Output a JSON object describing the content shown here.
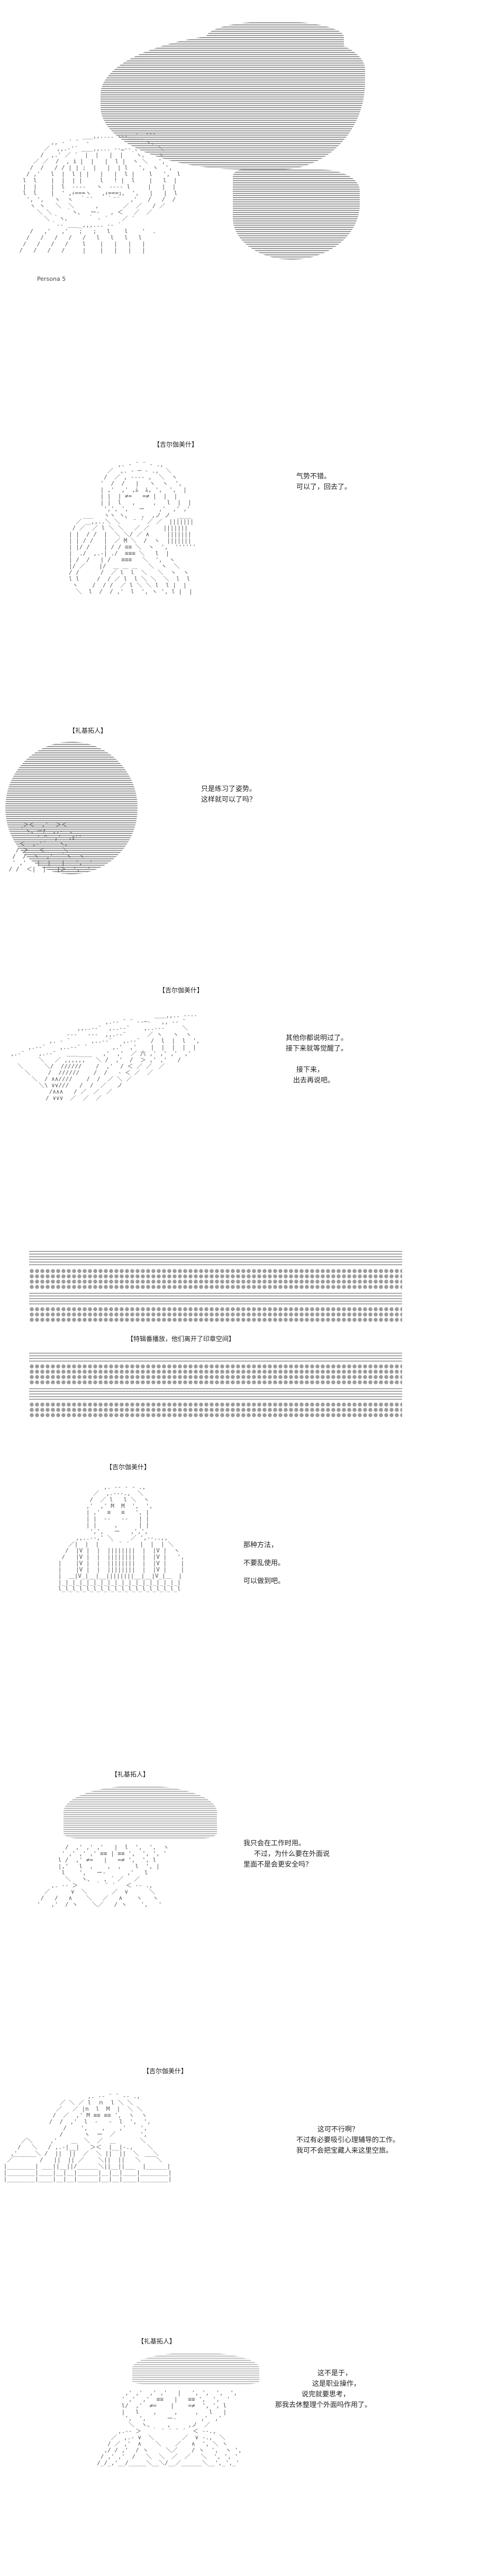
{
  "panel1": {
    "logo_text": "Persona 5"
  },
  "panel2": {
    "speaker": "【吉尔伽美什】",
    "lines": [
      "气势不错。",
      "可以了，回去了。"
    ]
  },
  "panel3": {
    "speaker": "【礼基拓人】",
    "lines": [
      "只是练习了姿势。",
      "这样就可以了吗？"
    ]
  },
  "panel4": {
    "speaker": "【吉尔伽美什】",
    "lines": [
      "其他你都说明过了。",
      "接下来就等觉醒了。",
      "",
      "接下来，",
      "出去再说吧。"
    ]
  },
  "transition": {
    "caption": "【特辑番播放，他们离开了印章空间】"
  },
  "panel5": {
    "speaker": "【吉尔伽美什】",
    "lines": [
      "那种方法，",
      "不要乱使用。",
      "可以做到吧。"
    ]
  },
  "panel6": {
    "speaker": "【礼基拓人】",
    "lines": [
      "我只会在工作时用。",
      "不过，为什么要在外面说",
      "里面不是会更安全吗？"
    ]
  },
  "panel7": {
    "speaker": "【吉尔伽美什】",
    "lines": [
      "这可不行啊？",
      "不过有必要吸引心理辅导的工作。",
      "我可不会把宝藏人来这里空旅。"
    ]
  },
  "panel8": {
    "speaker": "【礼基拓人】",
    "lines": [
      "这不是于，",
      "这是职业操作，",
      "说完就要思考，",
      "那我去休整理个外面吗作用了。"
    ]
  }
}
